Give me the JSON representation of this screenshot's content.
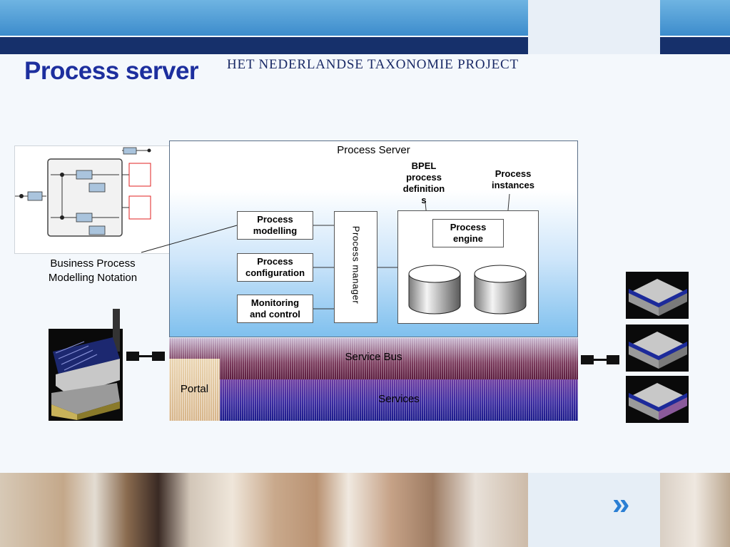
{
  "header": {
    "title": "Process server",
    "organization": "HET NEDERLANDSE TAXONOMIE PROJECT"
  },
  "bpmn": {
    "caption": "Business Process\nModelling Notation"
  },
  "process_server": {
    "title": "Process Server",
    "left_boxes": [
      "Process\nmodelling",
      "Process\nconfiguration",
      "Monitoring\nand control"
    ],
    "manager": "Process manager",
    "engine": "Process\nengine",
    "bpel_label": "BPEL\nprocess\ndefinition\ns",
    "instances_label": "Process\ninstances"
  },
  "layers": {
    "service_bus": "Service Bus",
    "services": "Services",
    "portal": "Portal"
  },
  "colors": {
    "title": "#1d2f9e",
    "header_navy": "#16306b",
    "header_blue": "#3d8ccc",
    "accent_chevron": "#2b7fd4"
  },
  "icons": {
    "right_system_1": "server-block-icon",
    "right_system_2": "server-block-icon",
    "right_system_3": "server-block-icon",
    "left_system": "building-stack-icon",
    "next": "chevron-right-icon"
  }
}
